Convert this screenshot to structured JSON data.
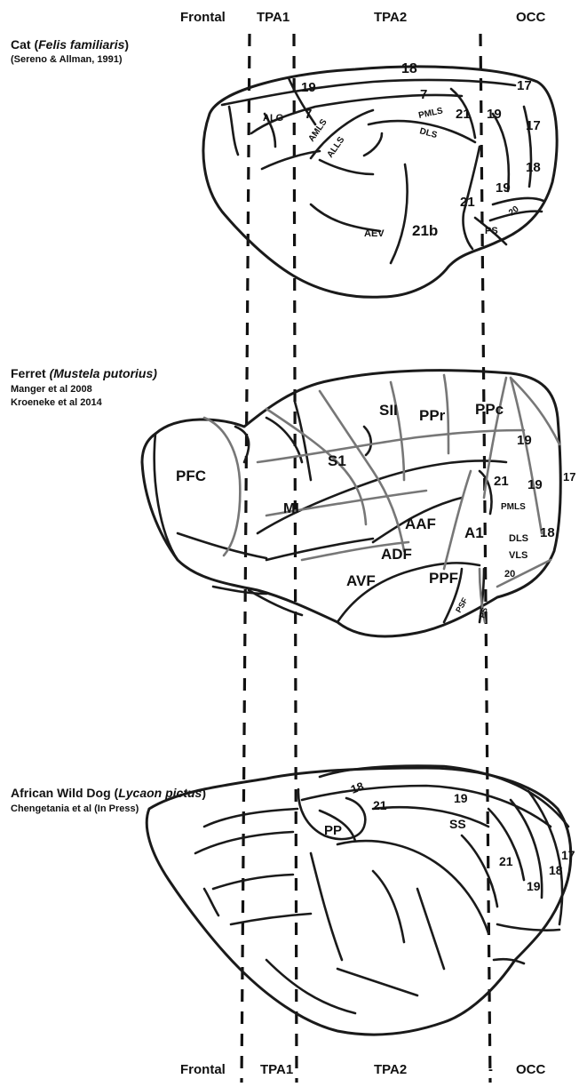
{
  "regions": {
    "frontal": "Frontal",
    "tpa1": "TPA1",
    "tpa2": "TPA2",
    "occ": "OCC"
  },
  "bottom_marker": "-",
  "cat": {
    "common": "Cat (",
    "latin": "Felis familiaris",
    "close": ")",
    "source": "(Sereno & Allman, 1991)",
    "labels": {
      "a18": "18",
      "a19a": "19",
      "a17a": "17",
      "a7a": "7",
      "a7b": "7",
      "pmls": "PMLS",
      "a21a": "21",
      "a19b": "19",
      "a17b": "17",
      "alg": "ALG",
      "amls": "AMLS",
      "alls": "ALLS",
      "dls": "DLS",
      "a18b": "18",
      "a19c": "19",
      "a20": "20",
      "a21b_n": "21",
      "aev": "AEV",
      "a21b": "21b",
      "ps": "PS"
    }
  },
  "ferret": {
    "common": "Ferret ",
    "latin": "(Mustela putorius)",
    "source1": "Manger et al 2008",
    "source2": "Kroeneke et al 2014",
    "labels": {
      "pfc": "PFC",
      "sii": "SII",
      "ppr": "PPr",
      "ppc": "PPc",
      "a19a": "19",
      "a17": "17",
      "s1": "S1",
      "a21": "21",
      "a19b": "19",
      "mi": "MI",
      "pmls": "PMLS",
      "aaf": "AAF",
      "a1": "A1",
      "dls": "DLS",
      "a18": "18",
      "adf": "ADF",
      "vls": "VLS",
      "avf": "AVF",
      "ppf": "PPF",
      "a20": "20",
      "psf": "PSF",
      "ps": "PS"
    }
  },
  "dog": {
    "common": "African Wild Dog (",
    "latin": "Lycaon pictus",
    "close": ")",
    "source": "Chengetania et al (In Press)",
    "labels": {
      "a18": "18",
      "a21a": "21",
      "a19a": "19",
      "pp": "PP",
      "ss": "SS",
      "a21b": "21",
      "a17": "17",
      "a18b": "18",
      "a19b": "19"
    }
  }
}
